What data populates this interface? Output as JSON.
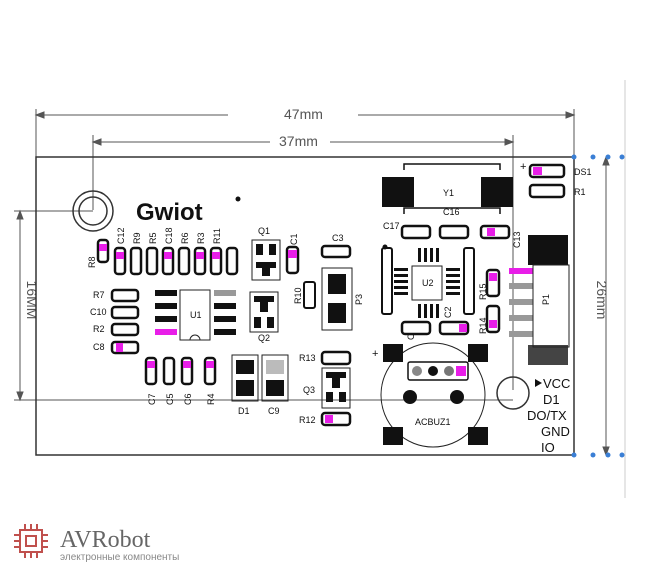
{
  "dimensions": {
    "total_width": "47mm",
    "inner_width": "37mm",
    "height": "26mm",
    "hole_spacing": "16MM"
  },
  "brand": "Gwiot",
  "components": {
    "C12": "C12",
    "R9": "R9",
    "R5": "R5",
    "C18": "C18",
    "R6": "R6",
    "R3": "R3",
    "R11": "R11",
    "Q1": "Q1",
    "C1": "C1",
    "C3": "C3",
    "R8": "R8",
    "R7": "R7",
    "C10": "C10",
    "R2": "R2",
    "C8": "C8",
    "U1": "U1",
    "Q2": "Q2",
    "R10": "R10",
    "P3": "P3",
    "Y1": "Y1",
    "C16": "C16",
    "C17": "C17",
    "C13": "C13",
    "U2": "U2",
    "R15": "R15",
    "R14": "R14",
    "C4": "C4",
    "C2": "C2",
    "P1": "P1",
    "DS1": "DS1",
    "R1": "R1",
    "C7": "C7",
    "C5": "C5",
    "C6": "C6",
    "R4": "R4",
    "D1": "D1",
    "C9": "C9",
    "R13": "R13",
    "Q3": "Q3",
    "R12": "R12",
    "ACBUZ1": "ACBUZ1"
  },
  "pins": [
    "VCC",
    "D1",
    "DO/TX",
    "GND",
    "IO"
  ],
  "plus_signs": [
    "+",
    "+"
  ],
  "watermark": {
    "name": "AVRobot",
    "tagline": "электронные компоненты",
    "color": "#c0504d"
  },
  "colors": {
    "pad": "#1a1a1a",
    "pad_light": "#999999",
    "accent": "#e81ee8",
    "board_outline": "#333333",
    "dimension_marker": "#3a7fd5"
  }
}
